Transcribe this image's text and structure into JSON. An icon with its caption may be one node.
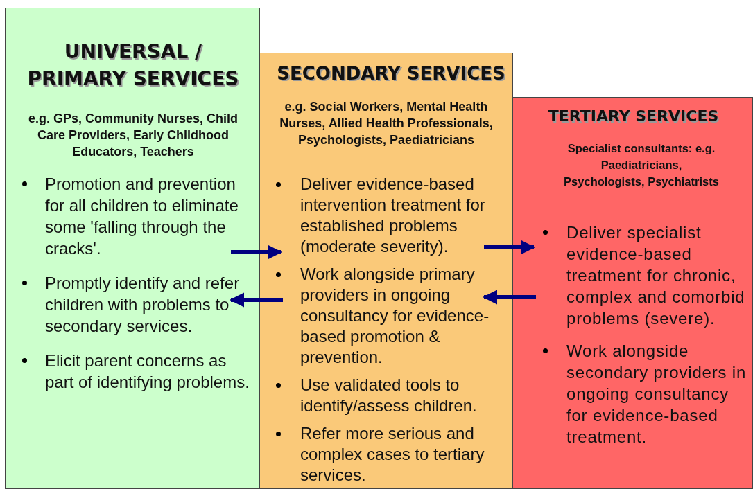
{
  "diagram": {
    "nodes": [
      {
        "text": [
          "UNIVERSAL / PRIMARY SERVICES",
          "e.g. GPs, Community Nurses, Child Care Providers, Early Childhood Educators, Teachers",
          "Promotion and prevention for all children to eliminate some 'falling through the cracks'.",
          "Promptly identify and refer children with problems to secondary services.",
          "Elicit parent concerns as part of identifying problems."
        ]
      },
      {
        "text": [
          "SECONDARY SERVICES",
          "e.g. Social Workers, Mental Health Nurses, Allied Health Professionals, Psychologists, Paediatricians",
          "Deliver evidence-based intervention treatment for established problems (moderate severity).",
          "Work alongside primary providers in ongoing consultancy for evidence-based promotion & prevention.",
          "Use validated tools to identify/assess children.",
          "Refer more serious and complex cases to tertiary services."
        ]
      },
      {
        "text": [
          "TERTIARY SERVICES",
          "Specialist consultants: e.g. Paediatricians, Psychologists, Psychiatrists",
          "Deliver specialist evidence-based treatment for chronic, complex and comorbid problems (severe).",
          "Work alongside secondary providers in ongoing consultancy for evidence-based treatment."
        ]
      }
    ],
    "edges": [
      {
        "from": 0,
        "to": 1,
        "arrow": "to"
      },
      {
        "from": 1,
        "to": 0,
        "arrow": "to"
      },
      {
        "from": 1,
        "to": 2,
        "arrow": "to"
      },
      {
        "from": 2,
        "to": 1,
        "arrow": "to"
      }
    ]
  }
}
